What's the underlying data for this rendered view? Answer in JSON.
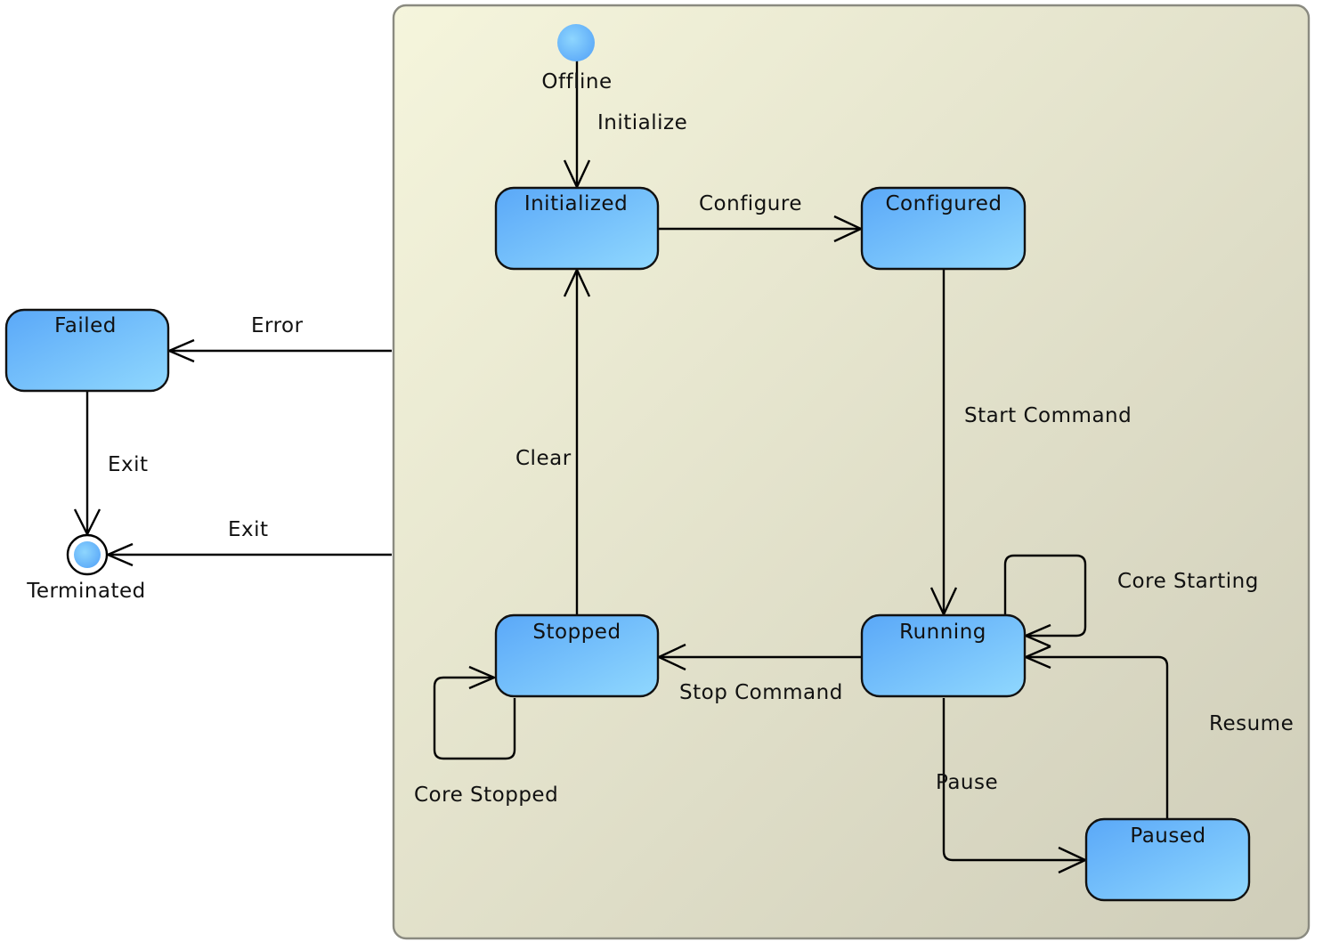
{
  "initial_state": {
    "label": "Offline"
  },
  "final_state": {
    "label": "Terminated"
  },
  "states": {
    "initialized": "Initialized",
    "configured": "Configured",
    "running": "Running",
    "stopped": "Stopped",
    "paused": "Paused",
    "failed": "Failed"
  },
  "transitions": {
    "initialize": "Initialize",
    "configure": "Configure",
    "start_command": "Start Command",
    "core_starting": "Core Starting",
    "stop_command": "Stop Command",
    "core_stopped": "Core Stopped",
    "clear": "Clear",
    "pause": "Pause",
    "resume": "Resume",
    "error": "Error",
    "exit_failed": "Exit",
    "exit_composite": "Exit"
  },
  "colors": {
    "composite_light": "#f5f5dc",
    "composite_dark": "#d0cfba",
    "state_dark": "#5aa8f8",
    "state_light": "#8ed6fe"
  }
}
